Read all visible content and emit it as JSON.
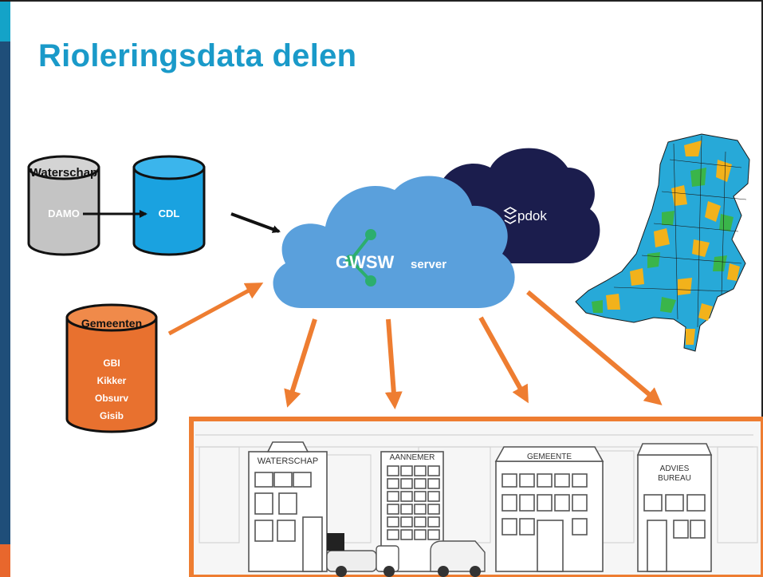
{
  "title": "Rioleringsdata delen",
  "waterschap_db": {
    "label": "Waterschap",
    "source": "DAMO",
    "target": "CDL"
  },
  "gemeenten_db": {
    "label": "Gemeenten",
    "systems": [
      "GBI",
      "Kikker",
      "Obsurv",
      "Gisib"
    ]
  },
  "cloud": {
    "brand": "GWSW",
    "text": "server"
  },
  "pdok": {
    "label": "pdok"
  },
  "buildings": {
    "waterschap": "WATERSCHAP",
    "aannemer": "AANNEMER",
    "gemeente": "GEMEENTE",
    "advies_line1": "ADVIES",
    "advies_line2": "BUREAU"
  },
  "colors": {
    "title": "#1a9ac9",
    "cloud": "#5aa0dc",
    "pdok_cloud": "#1b1d4d",
    "arrow_orange": "#ee7d31",
    "gemeenten": "#e8712f",
    "cdl": "#1aa2e0",
    "waterschap": "#c8c8c8"
  }
}
